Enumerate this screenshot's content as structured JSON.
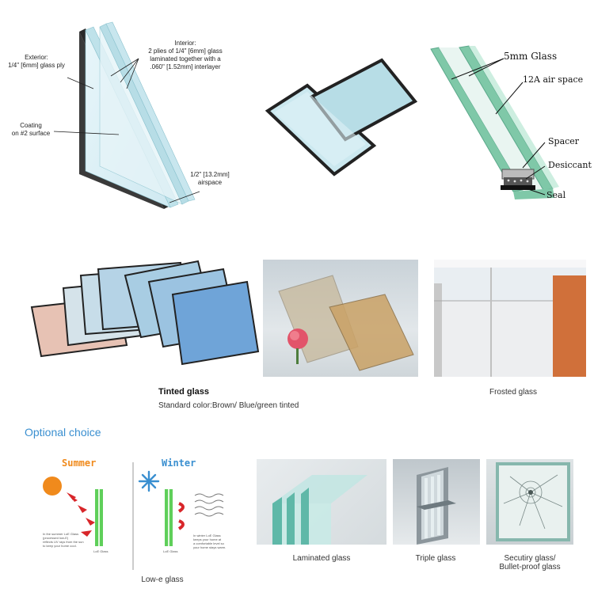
{
  "diagram1": {
    "exterior": [
      "Exterior:",
      "1/4\" [6mm] glass ply"
    ],
    "interior": [
      "Interior:",
      "2 plies of 1/4\" [6mm] glass",
      "laminated together with a",
      ".060\" [1.52mm] interlayer"
    ],
    "coating": [
      "Coating",
      "on #2 surface"
    ],
    "airspace": [
      "1/2\" [13.2mm]",
      "airspace"
    ]
  },
  "diagram2": {
    "glass": "5mm Glass",
    "air": "12A air space",
    "spacer": "Spacer",
    "desiccant": "Desiccant",
    "seal": "Seal"
  },
  "tinted": {
    "title": "Tinted glass",
    "subtitle": "Standard color:Brown/ Blue/green tinted"
  },
  "frosted": {
    "caption": "Frosted glass"
  },
  "optional": {
    "heading": "Optional choice"
  },
  "lowe": {
    "summer": "Summer",
    "winter": "Winter",
    "caption": "Low-e glass",
    "summer_note": [
      "In the summer LoE Glass",
      "(processed low-E)",
      "reflects UV rays from the sun",
      "to keep your home cool."
    ],
    "winter_note": [
      "In winter LoE Glass",
      "keeps your home at",
      "a comfortable level so",
      "your home stays warm."
    ],
    "glass_label": "LoE Glass"
  },
  "laminated": {
    "caption": "Laminated glass"
  },
  "triple": {
    "caption": "Triple glass"
  },
  "security": {
    "caption": [
      "Secutiry glass/",
      "Bullet-proof glass"
    ]
  },
  "colors": {
    "accent_blue": "#3a8fd0",
    "summer_orange": "#f08a1c",
    "arrow_red": "#d8262a",
    "glass_green": "#5fcf5a"
  }
}
